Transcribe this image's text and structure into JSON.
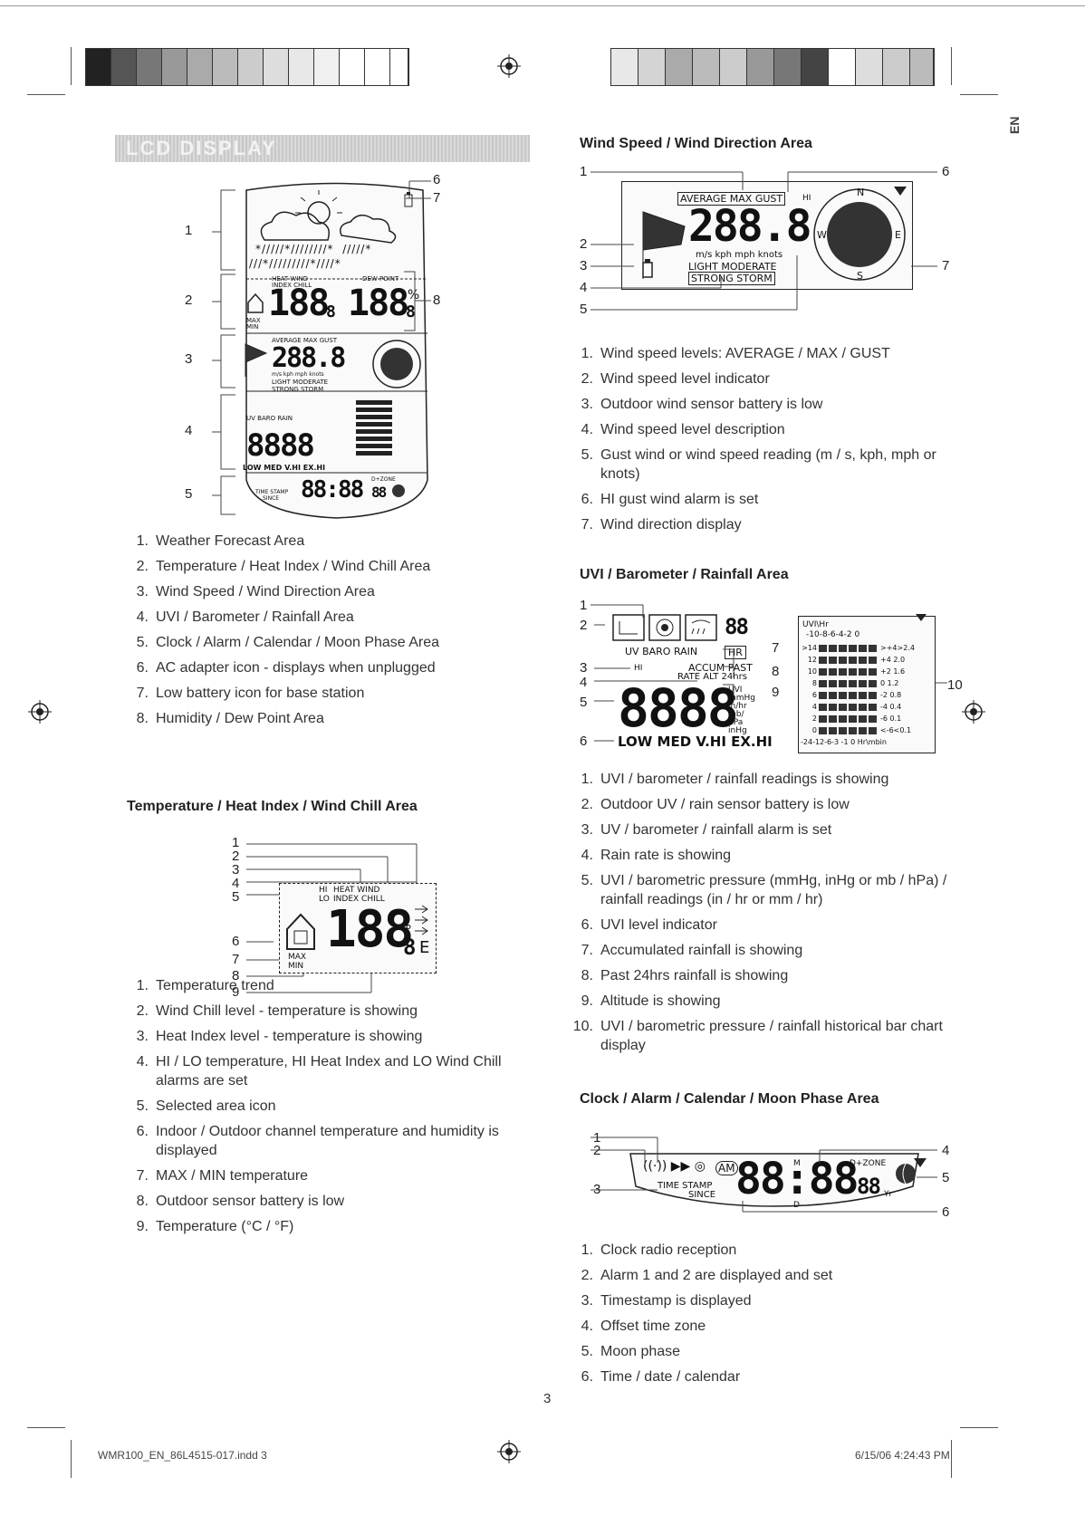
{
  "header": {
    "section_title": "LCD DISPLAY",
    "lang_tab": "EN"
  },
  "main_display": {
    "callouts": [
      "1",
      "2",
      "3",
      "4",
      "5",
      "6",
      "7",
      "8"
    ],
    "list": [
      "Weather Forecast Area",
      "Temperature / Heat Index / Wind Chill Area",
      "Wind Speed / Wind Direction Area",
      "UVI / Barometer / Rainfall Area",
      "Clock / Alarm / Calendar / Moon Phase Area",
      "AC adapter icon - displays when unplugged",
      "Low battery icon for base station",
      "Humidity / Dew Point Area"
    ],
    "lcd": {
      "temp_value": "188",
      "temp_decimal": "8",
      "humidity_value": "188",
      "humidity_decimal": "8",
      "wind_value": "288.8",
      "uvi_value": "8888",
      "clock_value": "88:88",
      "date_value": "88",
      "labels": {
        "heat_wind": "HEAT WIND",
        "index_chill": "INDEX CHILL",
        "dew_point": "DEW POINT",
        "average_max_gust": "AVERAGE MAX GUST",
        "units_wind": "m/s kph mph knots",
        "light_moderate": "LIGHT MODERATE",
        "strong_storm": "STRONG STORM",
        "uv_baro_rain": "UV BARO RAIN",
        "low_med_vhi_exhi": "LOW MED V.HI EX.HI",
        "time_stamp": "TIME STAMP",
        "since": "SINCE",
        "percent": "%",
        "max": "MAX",
        "min": "MIN",
        "d_zone": "D+ZONE"
      }
    }
  },
  "temperature_section": {
    "title": "Temperature / Heat Index / Wind Chill Area",
    "callouts": [
      "1",
      "2",
      "3",
      "4",
      "5",
      "6",
      "7",
      "8",
      "9"
    ],
    "lcd_value": "188",
    "lcd_decimal": "8",
    "lcd_labels": {
      "heat_wind": "HEAT WIND",
      "index_chill": "INDEX CHILL",
      "hi": "HI",
      "lo": "LO",
      "max": "MAX",
      "min": "MIN",
      "unit_glyph": "°",
      "unit_letter": "E"
    },
    "list": [
      "Temperature trend",
      "Wind Chill level - temperature is showing",
      "Heat Index level - temperature is showing",
      "HI / LO temperature, HI Heat Index and LO Wind Chill alarms are set",
      "Selected area icon",
      "Indoor / Outdoor channel temperature and humidity is displayed",
      "MAX / MIN temperature",
      "Outdoor sensor battery is low",
      "Temperature (°C / °F)"
    ]
  },
  "wind_section": {
    "title": "Wind Speed / Wind Direction Area",
    "callouts": [
      "1",
      "2",
      "3",
      "4",
      "5",
      "6",
      "7"
    ],
    "lcd_value": "288.8",
    "lcd_labels": {
      "average_max_gust": "AVERAGE MAX GUST",
      "hi": "HI",
      "units": "m/s kph mph knots",
      "light_moderate": "LIGHT MODERATE",
      "strong_storm": "STRONG STORM",
      "n": "N",
      "s": "S",
      "e": "E",
      "w": "W"
    },
    "list": [
      "Wind speed levels: AVERAGE / MAX / GUST",
      "Wind speed level indicator",
      "Outdoor wind sensor battery is low",
      "Wind speed level description",
      "Gust wind or wind speed reading (m / s, kph, mph or knots)",
      "HI gust wind alarm is set",
      "Wind direction display"
    ]
  },
  "uvi_section": {
    "title": "UVI / Barometer / Rainfall Area",
    "callouts": [
      "1",
      "2",
      "3",
      "4",
      "5",
      "6",
      "7",
      "8",
      "9",
      "10"
    ],
    "lcd_value": "8888",
    "lcd_small_value": "88",
    "lcd_labels": {
      "uv_baro_rain": "UV BARO RAIN",
      "hr": "HR",
      "hi": "HI",
      "accum_past": "ACCUM PAST",
      "rate_alt": "RATE ALT 24hrs",
      "units": [
        "UVI",
        "mmHg",
        "in/hr",
        "mb/",
        "hPa",
        "inHg"
      ],
      "low_med": "LOW MED V.HI EX.HI",
      "chart_header": "UVI\\Hr",
      "chart_scale": "-10-8-6-4-2 0",
      "chart_footer": "-24-12-6-3 -1 0 Hr\\mbin"
    },
    "chart_rows": [
      {
        "left": ">14",
        "right": ">+4>2.4"
      },
      {
        "left": "12",
        "right": "+4  2.0"
      },
      {
        "left": "10",
        "right": "+2  1.6"
      },
      {
        "left": "8",
        "right": "0  1.2"
      },
      {
        "left": "6",
        "right": "-2  0.8"
      },
      {
        "left": "4",
        "right": "-4  0.4"
      },
      {
        "left": "2",
        "right": "-6  0.1"
      },
      {
        "left": "0",
        "right": "<-6<0.1"
      }
    ],
    "list": [
      "UVI / barometer / rainfall readings is showing",
      "Outdoor UV / rain sensor battery is low",
      "UV / barometer / rainfall alarm is set",
      "Rain rate is showing",
      "UVI / barometric pressure (mmHg, inHg or mb / hPa) / rainfall readings (in / hr or mm / hr)",
      "UVI level indicator",
      "Accumulated rainfall is showing",
      "Past 24hrs rainfall is showing",
      "Altitude is showing",
      "UVI / barometric pressure / rainfall historical bar chart display"
    ]
  },
  "clock_section": {
    "title": "Clock / Alarm / Calendar / Moon Phase Area",
    "callouts": [
      "1",
      "2",
      "3",
      "4",
      "5",
      "6"
    ],
    "lcd_value": "88:88",
    "lcd_small_value": "88",
    "lcd_labels": {
      "am": "AM",
      "time_stamp": "TIME STAMP",
      "since": "SINCE",
      "d_zone": "D+ZONE",
      "m": "M",
      "d": "D",
      "yr": "Yr"
    },
    "list": [
      "Clock radio reception",
      "Alarm 1 and 2 are displayed and set",
      "Timestamp is displayed",
      "Offset time zone",
      "Moon phase",
      "Time / date / calendar"
    ]
  },
  "page_number": "3",
  "footer": {
    "file": "WMR100_EN_86L4515-017.indd   3",
    "date": "6/15/06   4:24:43 PM"
  }
}
